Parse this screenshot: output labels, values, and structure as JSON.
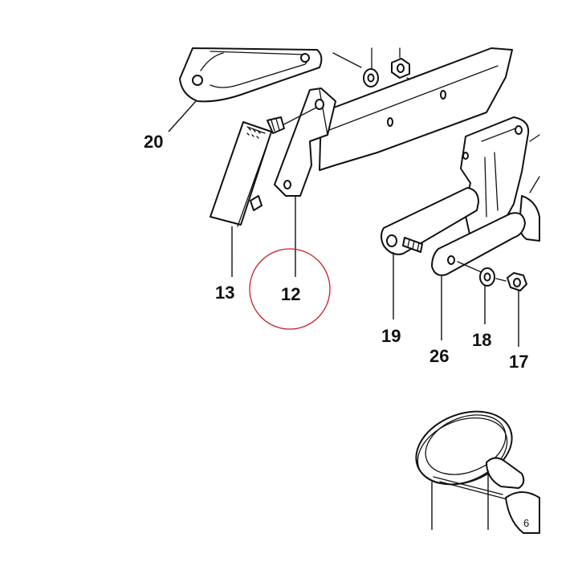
{
  "diagram": {
    "callouts": {
      "c20": "20",
      "c13": "13",
      "c12": "12",
      "c19": "19",
      "c26": "26",
      "c18": "18",
      "c17": "17",
      "c6": "6"
    },
    "highlight_color": "#c8202a",
    "highlighted_part": "12"
  }
}
